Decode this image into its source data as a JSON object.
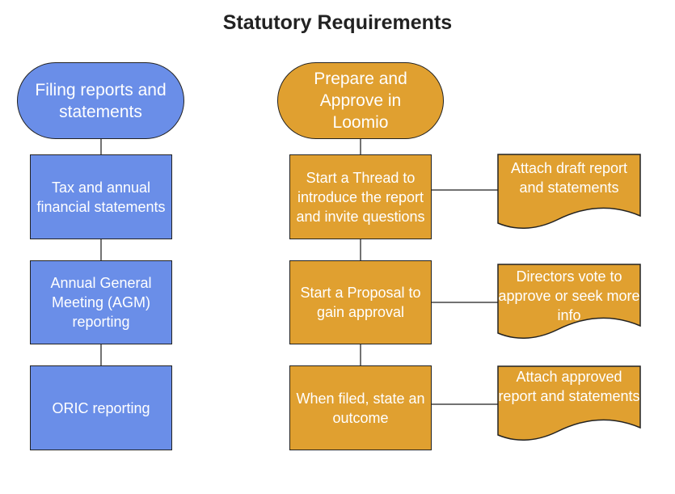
{
  "title": "Statutory Requirements",
  "colors": {
    "blue": "#6a8ee8",
    "gold": "#e0a030",
    "outline": "#222222",
    "text": "#ffffff"
  },
  "left_column": {
    "header": "Filing reports and statements",
    "steps": [
      "Tax and annual financial statements",
      "Annual General Meeting (AGM) reporting",
      "ORIC reporting"
    ]
  },
  "right_column": {
    "header": "Prepare and Approve in Loomio",
    "steps": [
      "Start a Thread to introduce the report and invite questions",
      "Start a Proposal to gain approval",
      "When filed, state an outcome"
    ],
    "notes": [
      "Attach draft report and statements",
      "Directors vote to approve or seek more info",
      "Attach approved report and statements"
    ]
  }
}
